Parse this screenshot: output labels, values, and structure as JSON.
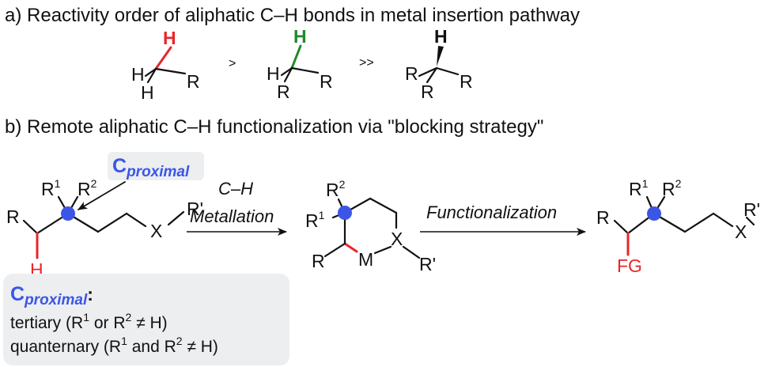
{
  "panel_a": {
    "header": "a) Reactivity order of aliphatic C–H bonds in metal insertion pathway",
    "operator_1": ">",
    "operator_2": ">>"
  },
  "panel_b": {
    "header": "b) Remote aliphatic C–H functionalization via \"blocking strategy\""
  },
  "atoms": {
    "H": "H",
    "R": "R",
    "R_prime": "R'",
    "X": "X",
    "M": "M",
    "FG": "FG",
    "one": "1",
    "two": "2"
  },
  "callout": {
    "c_letter": "C",
    "c_subscript": "proximal"
  },
  "legend": {
    "c_letter": "C",
    "c_subscript": "proximal",
    "colon": ":",
    "tertiary_pre": "tertiary (R",
    "tertiary_mid": " or R",
    "tertiary_post": " ≠ H)",
    "quaternary_pre": "quanternary (R",
    "quaternary_mid": " and R",
    "quaternary_post": " ≠ H)"
  },
  "conditions": {
    "step1_line1": "C–H",
    "step1_line2": "Metallation",
    "step2": "Functionalization"
  },
  "colors": {
    "primary_h": "#e8262b",
    "secondary_h": "#1f8a2b",
    "proximal_dot": "#3b56e6",
    "highlight_bond": "#e8262b",
    "box_fill": "#eceef0"
  }
}
